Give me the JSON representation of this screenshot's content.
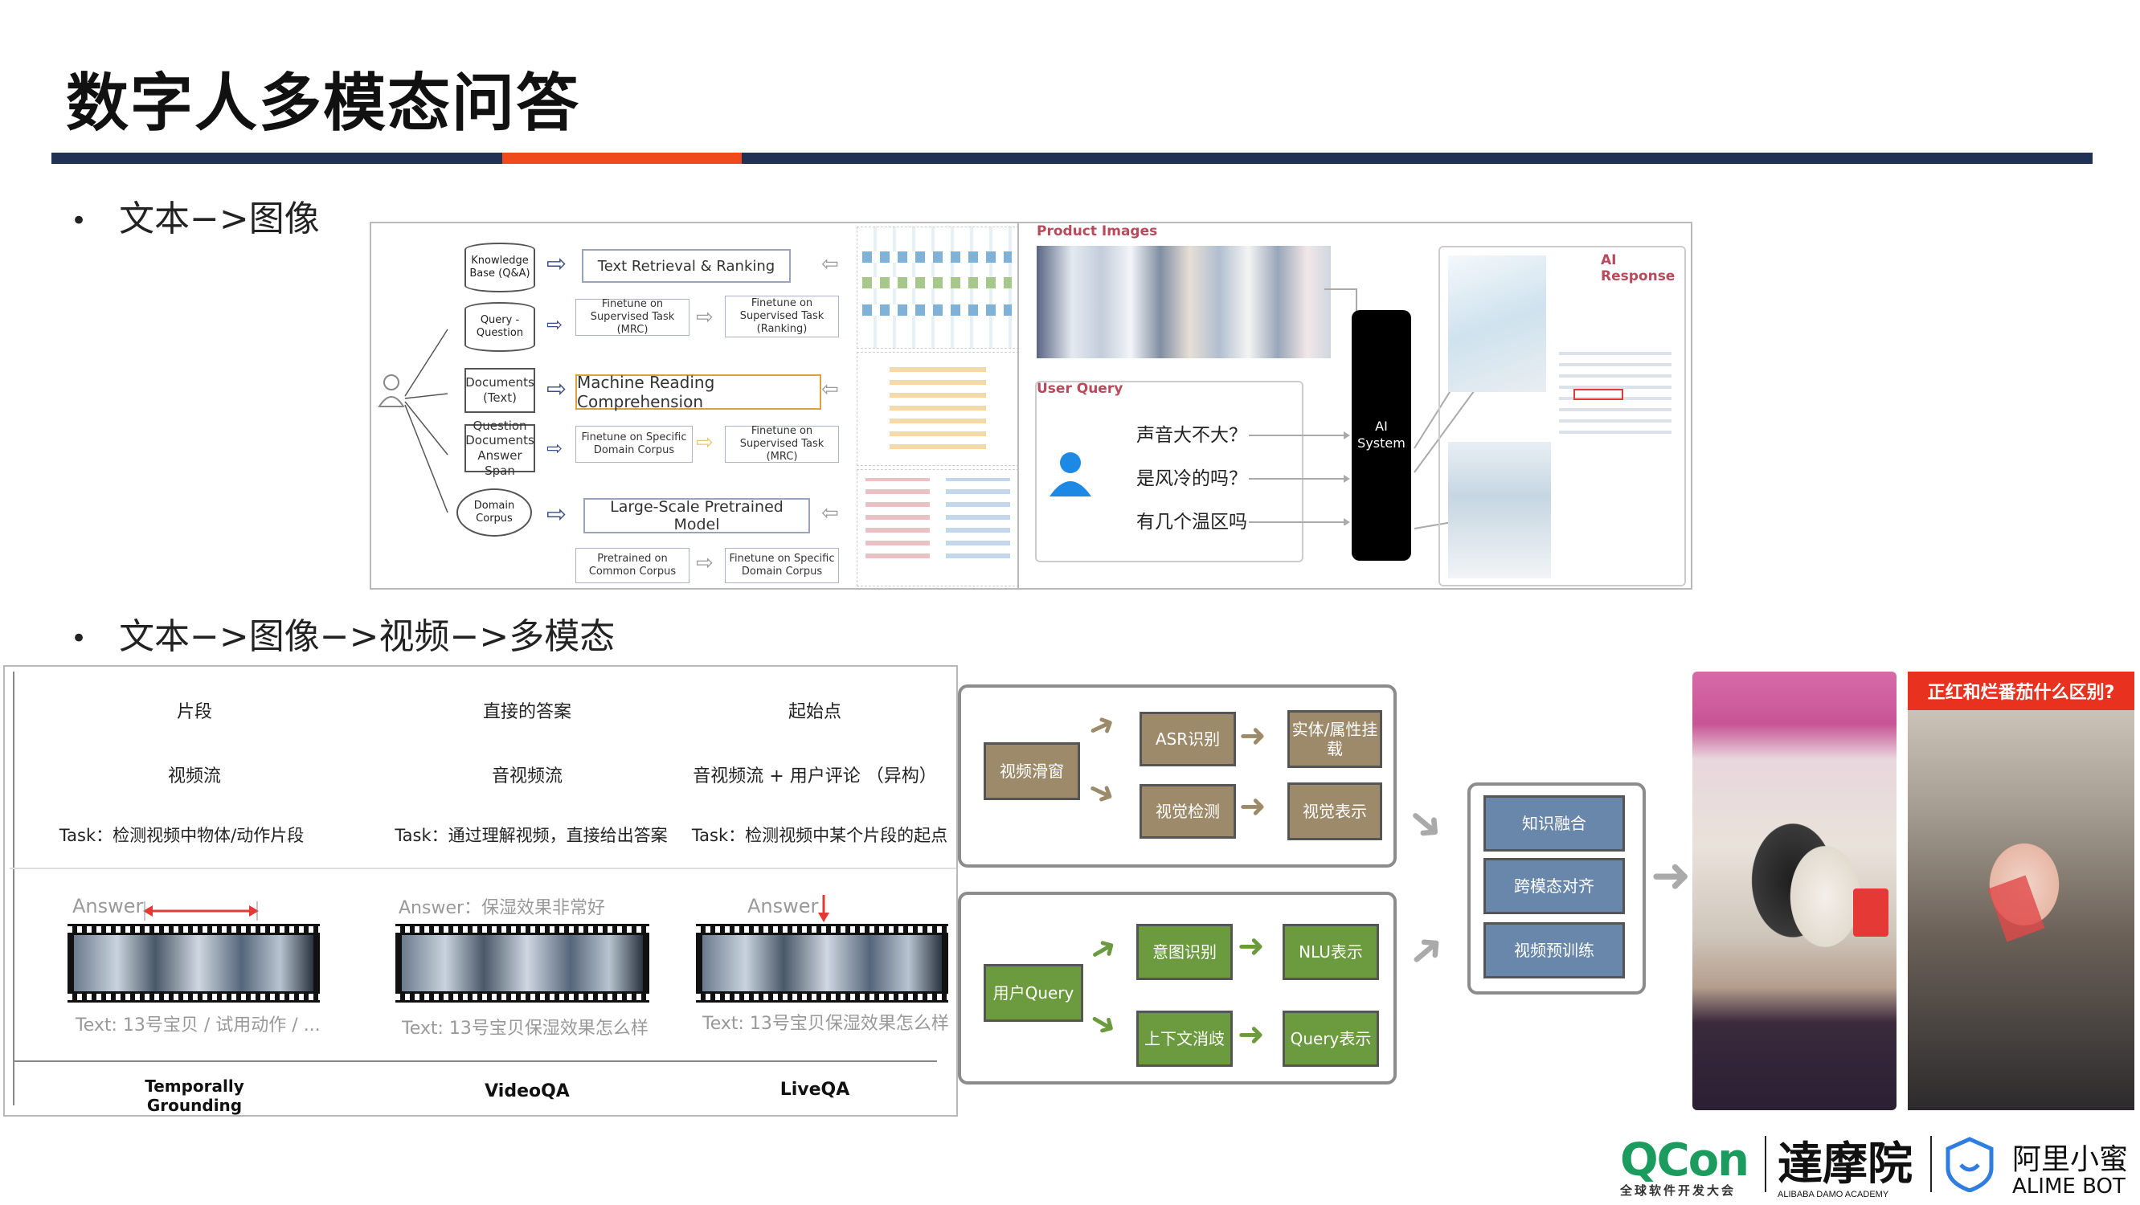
{
  "title": "数字人多模态问答",
  "bullets": [
    "文本−>图像",
    "文本−>图像−>视频−>多模态"
  ],
  "diagram1": {
    "inputs": [
      "Knowledge Base (Q&A)",
      "Query - Question",
      "Documents (Text)",
      "Question Documents Answer Span",
      "Domain Corpus"
    ],
    "main_boxes": [
      "Text Retrieval & Ranking",
      "Machine Reading Comprehension",
      "Large-Scale Pretrained Model"
    ],
    "sub_boxes": [
      "Finetune on Supervised Task (MRC)",
      "Finetune on Supervised Task (Ranking)",
      "Finetune on Specific Domain Corpus",
      "Finetune on Supervised Task (MRC)",
      "Pretrained on Common Corpus",
      "Finetune on Specific Domain Corpus"
    ]
  },
  "product_panel": {
    "product_images_label": "Product Images",
    "user_query_label": "User Query",
    "ai_response_label": "AI Response",
    "ai_system": "AI System",
    "queries": [
      "声音大不大？",
      "是风冷的吗？",
      "有几个温区吗"
    ]
  },
  "video_panel": {
    "columns": [
      {
        "top": "片段",
        "stream": "视频流",
        "task": "Task：检测视频中物体/动作片段",
        "answer": "Answer",
        "text": "Text: 13号宝贝 / 试用动作 / ...",
        "name": "Temporally Grounding"
      },
      {
        "top": "直接的答案",
        "stream": "音视频流",
        "task": "Task：通过理解视频，直接给出答案",
        "answer": "Answer：保湿效果非常好",
        "text": "Text: 13号宝贝保湿效果怎么样",
        "name": "VideoQA"
      },
      {
        "top": "起始点",
        "stream": "音视频流 + 用户评论 （异构）",
        "task": "Task：检测视频中某个片段的起点",
        "answer": "Answer",
        "text": "Text: 13号宝贝保湿效果怎么样",
        "name": "LiveQA"
      }
    ]
  },
  "pipeline": {
    "video_slide": "视频滑窗",
    "asr": "ASR识别",
    "entity": "实体/属性挂载",
    "detect": "视觉检测",
    "visual_repr": "视觉表示",
    "user_query": "用户Query",
    "intent": "意图识别",
    "nlu": "NLU表示",
    "context": "上下文消歧",
    "query_repr": "Query表示",
    "fusion": "知识融合",
    "align": "跨模态对齐",
    "pretrain": "视频预训练"
  },
  "photo_panel": {
    "headline": "正红和烂番茄什么区别?"
  },
  "logos": {
    "qcon": "QCon",
    "qcon_sub": "全球软件开发大会",
    "damo": "達摩院",
    "damo_sub": "ALIBABA DAMO ACADEMY",
    "alime": "阿里小蜜",
    "alime_sub": "ALIME BOT"
  },
  "colors": {
    "navy": "#1f3155",
    "orange": "#f04a1c",
    "qcon_green": "#1c9b5e"
  }
}
